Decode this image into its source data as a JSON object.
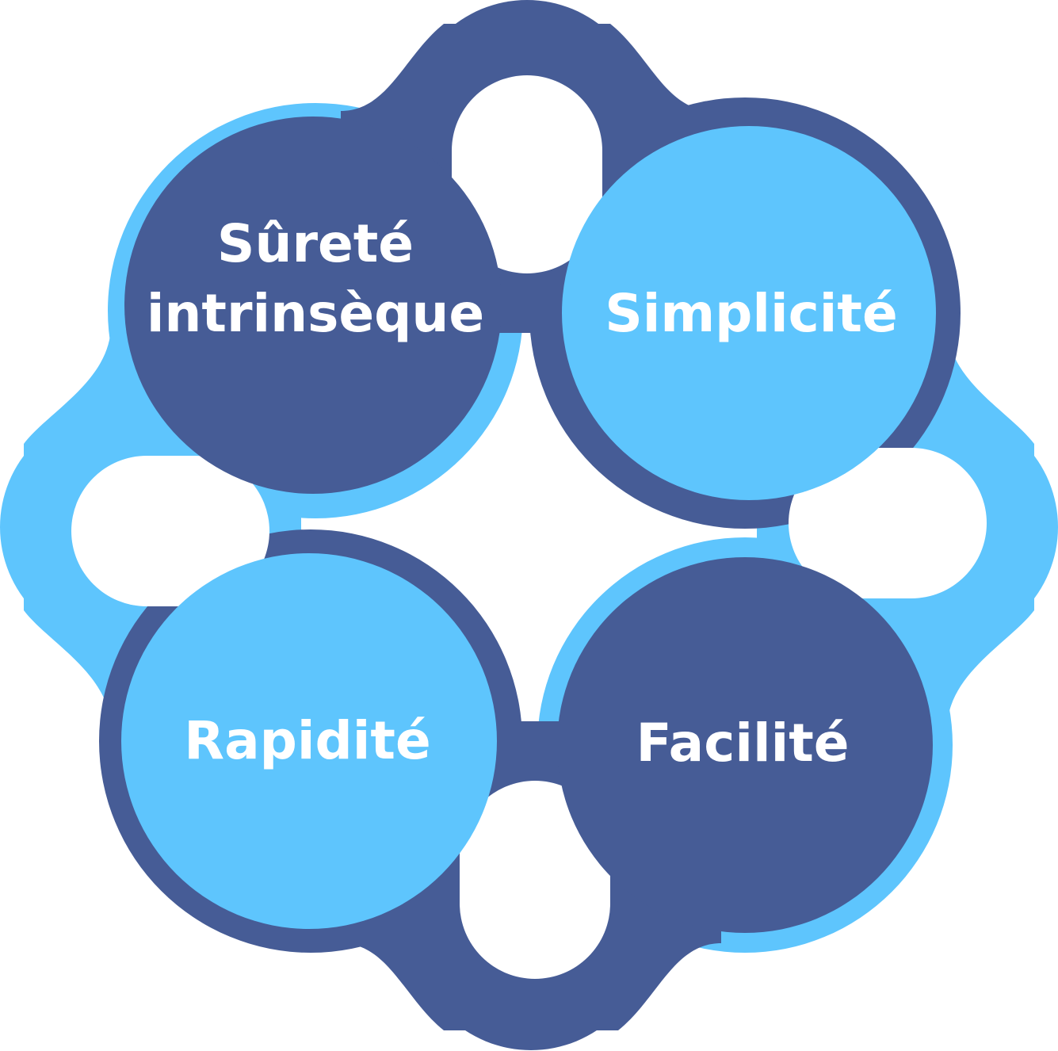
{
  "colors": {
    "dark_blue": "#465c96",
    "light_blue": "#5ec5fd",
    "background": "#ffffff",
    "text": "#ffffff"
  },
  "nodes": [
    {
      "id": "top-left",
      "lines": [
        "Sûreté",
        "intrinsèque"
      ],
      "fill": "dark"
    },
    {
      "id": "top-right",
      "lines": [
        "Simplicité"
      ],
      "fill": "light"
    },
    {
      "id": "bottom-left",
      "lines": [
        "Rapidité"
      ],
      "fill": "light"
    },
    {
      "id": "bottom-right",
      "lines": [
        "Facilité"
      ],
      "fill": "dark"
    }
  ]
}
